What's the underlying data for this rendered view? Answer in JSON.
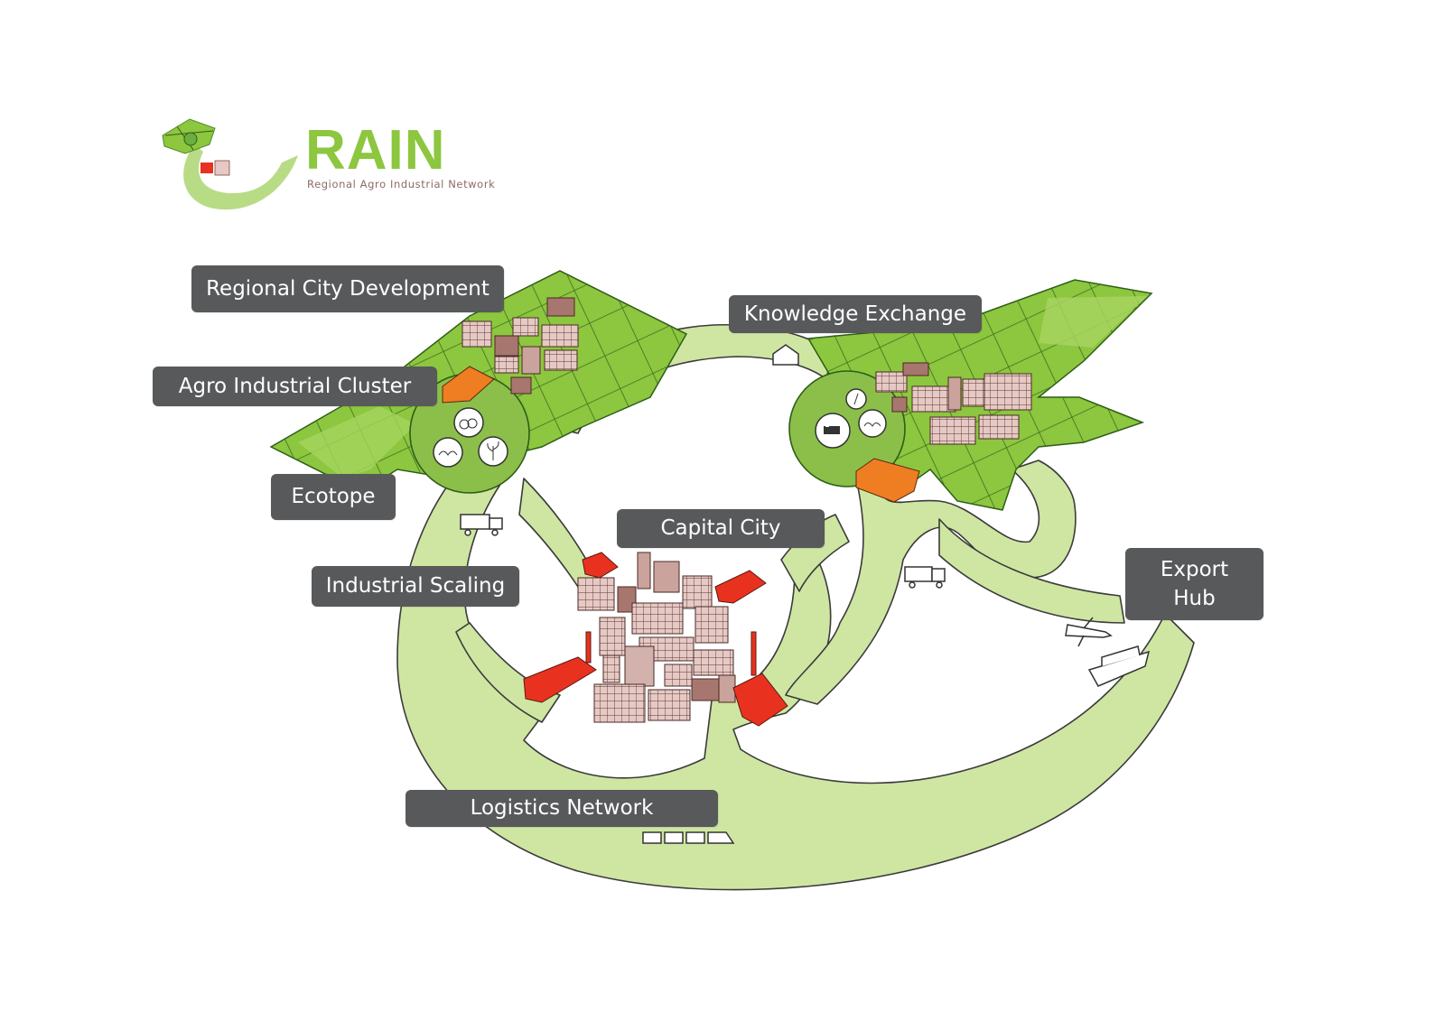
{
  "logo": {
    "title": "RAIN",
    "subtitle": "Regional Agro Industrial Network"
  },
  "labels": {
    "regional_city_development": "Regional City Development",
    "agro_industrial_cluster": "Agro Industrial Cluster",
    "ecotope": "Ecotope",
    "knowledge_exchange": "Knowledge Exchange",
    "capital_city": "Capital City",
    "industrial_scaling": "Industrial Scaling",
    "export_hub": "Export\nHub",
    "logistics_network": "Logistics Network"
  },
  "colors": {
    "flow_green": "#cfe6a3",
    "field_green": "#8dc63f",
    "field_light": "#a6d45f",
    "cluster_green": "#8cbf4a",
    "building_pink": "#e6c9c4",
    "building_brown": "#a7776f",
    "factory_red": "#e8321f",
    "factory_orange": "#ef7d22",
    "label_gray": "#58595b",
    "logo_green": "#8dc63f"
  },
  "icons": [
    "truck-icon",
    "airplane-icon",
    "ship-icon",
    "train-icon",
    "shelter-icon",
    "cow-icon",
    "fruit-icon",
    "plant-icon",
    "crop-icon"
  ]
}
